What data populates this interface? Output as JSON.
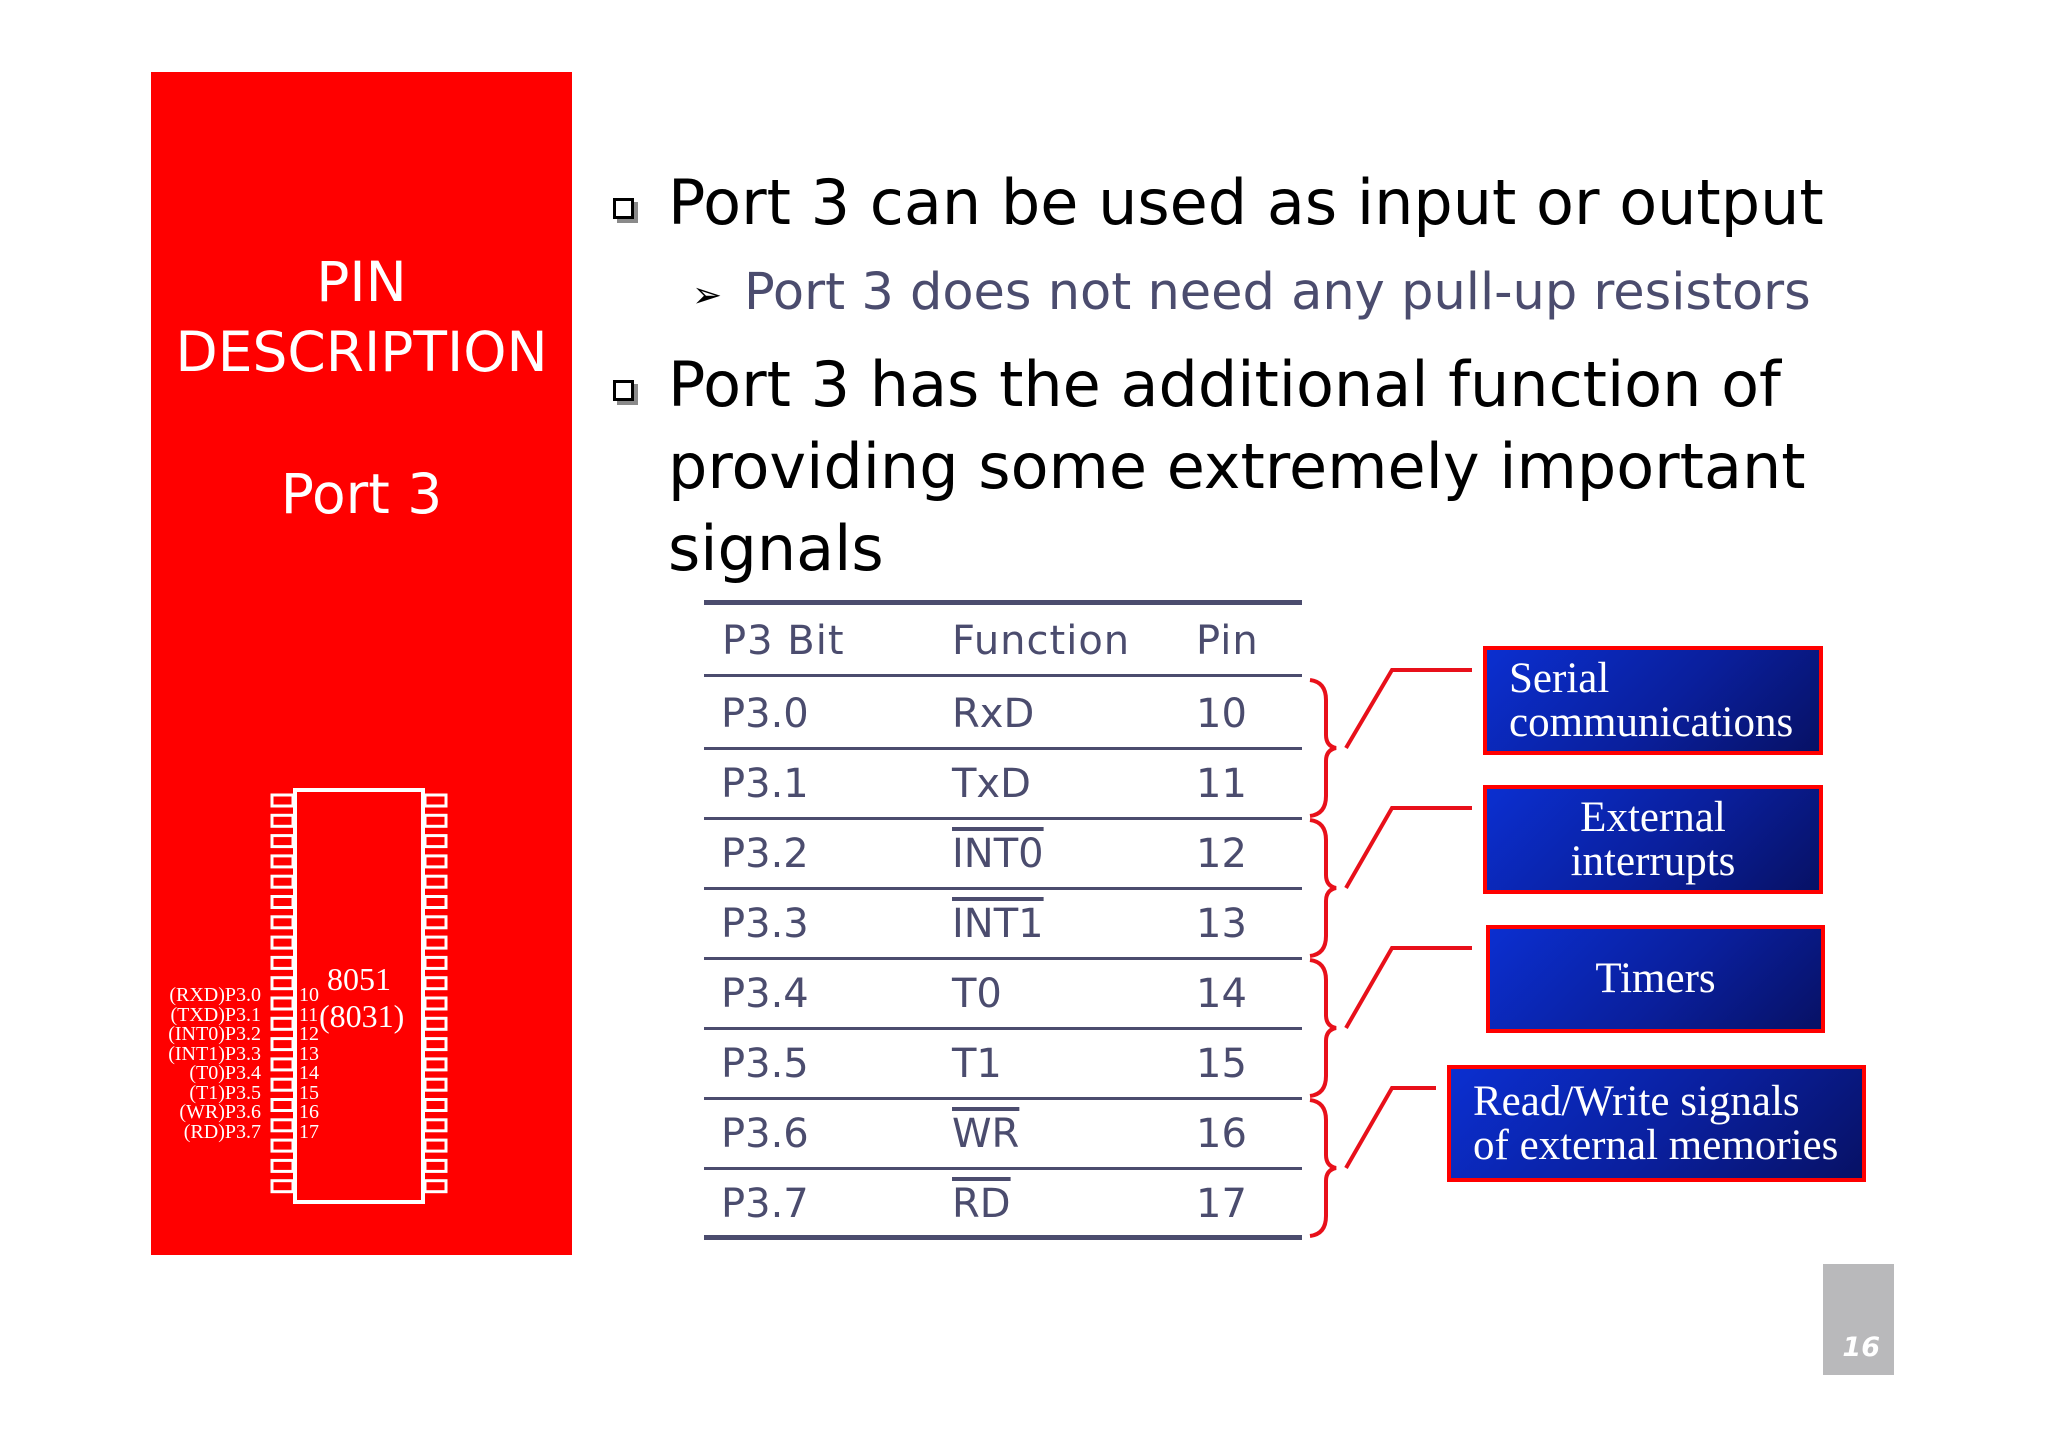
{
  "sidebar": {
    "title_line1": "PIN",
    "title_line2": "DESCRIPTION",
    "subtitle": "Port 3",
    "chip": {
      "name": "8051",
      "alt_name": "(8031)",
      "pin_labels": [
        "(RXD)P3.0",
        "(TXD)P3.1",
        "(INT0)P3.2",
        "(INT1)P3.3",
        "(T0)P3.4",
        "(T1)P3.5",
        "(WR)P3.6",
        "(RD)P3.7"
      ],
      "pin_numbers": [
        "10",
        "11",
        "12",
        "13",
        "14",
        "15",
        "16",
        "17"
      ]
    }
  },
  "content": {
    "bullet1": "Port 3 can be used as input or output",
    "sub_bullet1": "Port 3 does not need any pull-up resistors",
    "bullet2_line1": "Port 3 has the additional function of",
    "bullet2_line2": "providing some extremely important",
    "bullet2_line3": "signals"
  },
  "table": {
    "headers": [
      "P3 Bit",
      "Function",
      "Pin"
    ],
    "rows": [
      {
        "bit": "P3.0",
        "function": "RxD",
        "pin": "10",
        "overline": false
      },
      {
        "bit": "P3.1",
        "function": "TxD",
        "pin": "11",
        "overline": false
      },
      {
        "bit": "P3.2",
        "function": "INT0",
        "pin": "12",
        "overline": true
      },
      {
        "bit": "P3.3",
        "function": "INT1",
        "pin": "13",
        "overline": true
      },
      {
        "bit": "P3.4",
        "function": "T0",
        "pin": "14",
        "overline": false
      },
      {
        "bit": "P3.5",
        "function": "T1",
        "pin": "15",
        "overline": false
      },
      {
        "bit": "P3.6",
        "function": "WR",
        "pin": "16",
        "overline": true
      },
      {
        "bit": "P3.7",
        "function": "RD",
        "pin": "17",
        "overline": true
      }
    ]
  },
  "callouts": {
    "serial_line1": "Serial",
    "serial_line2": "communications",
    "interrupts_line1": "External",
    "interrupts_line2": "interrupts",
    "timers": "Timers",
    "rw_line1": "Read/Write signals",
    "rw_line2": "of external memories"
  },
  "page_number": "16",
  "colors": {
    "sidebar_red": "#ff0000",
    "table_text": "#4b4c6e",
    "callout_blue": "#0a1f9c",
    "callout_border": "#ff0000"
  }
}
